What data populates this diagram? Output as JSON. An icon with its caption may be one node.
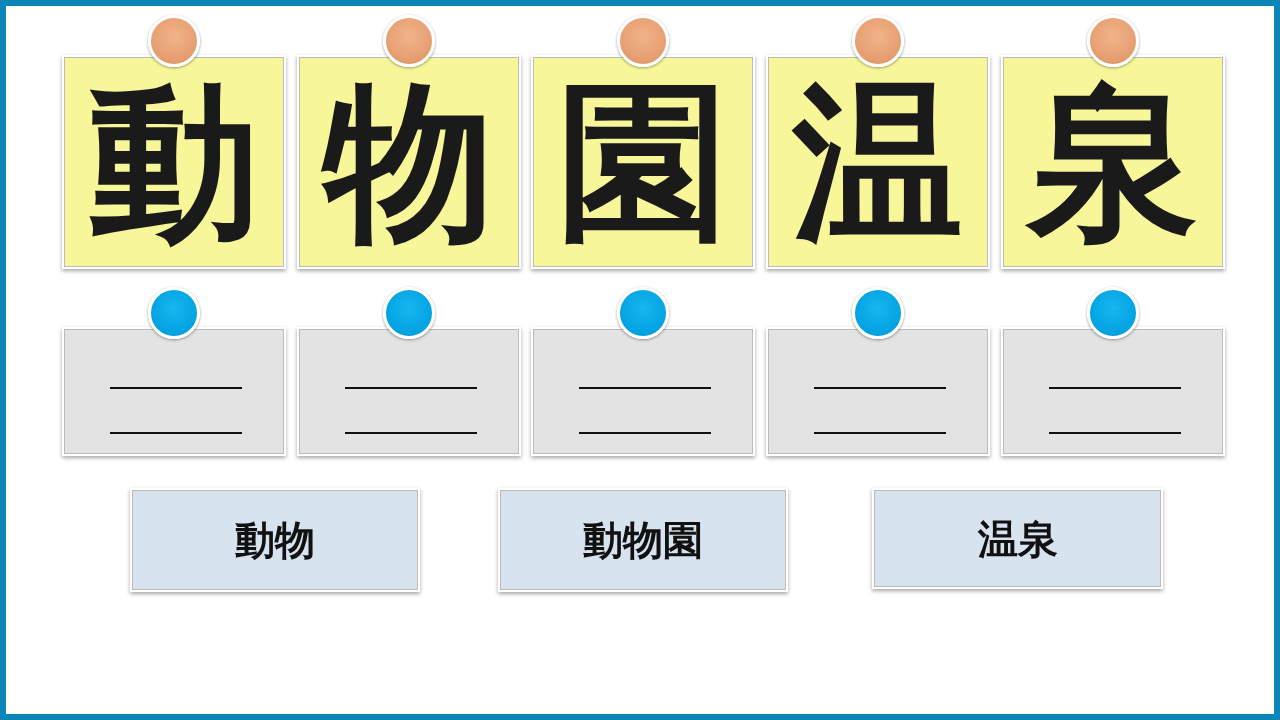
{
  "diagram": {
    "nodes": [
      {
        "text": [
          "動"
        ]
      },
      {
        "text": [
          "物"
        ]
      },
      {
        "text": [
          "園"
        ]
      },
      {
        "text": [
          "温"
        ]
      },
      {
        "text": [
          "泉"
        ]
      },
      {
        "text": [],
        "shape": "box"
      },
      {
        "text": [],
        "shape": "box"
      },
      {
        "text": [],
        "shape": "box"
      },
      {
        "text": [],
        "shape": "box"
      },
      {
        "text": [],
        "shape": "box"
      },
      {
        "text": [
          "動物"
        ]
      },
      {
        "text": [
          "動物園"
        ]
      },
      {
        "text": [
          "温泉"
        ]
      }
    ]
  }
}
